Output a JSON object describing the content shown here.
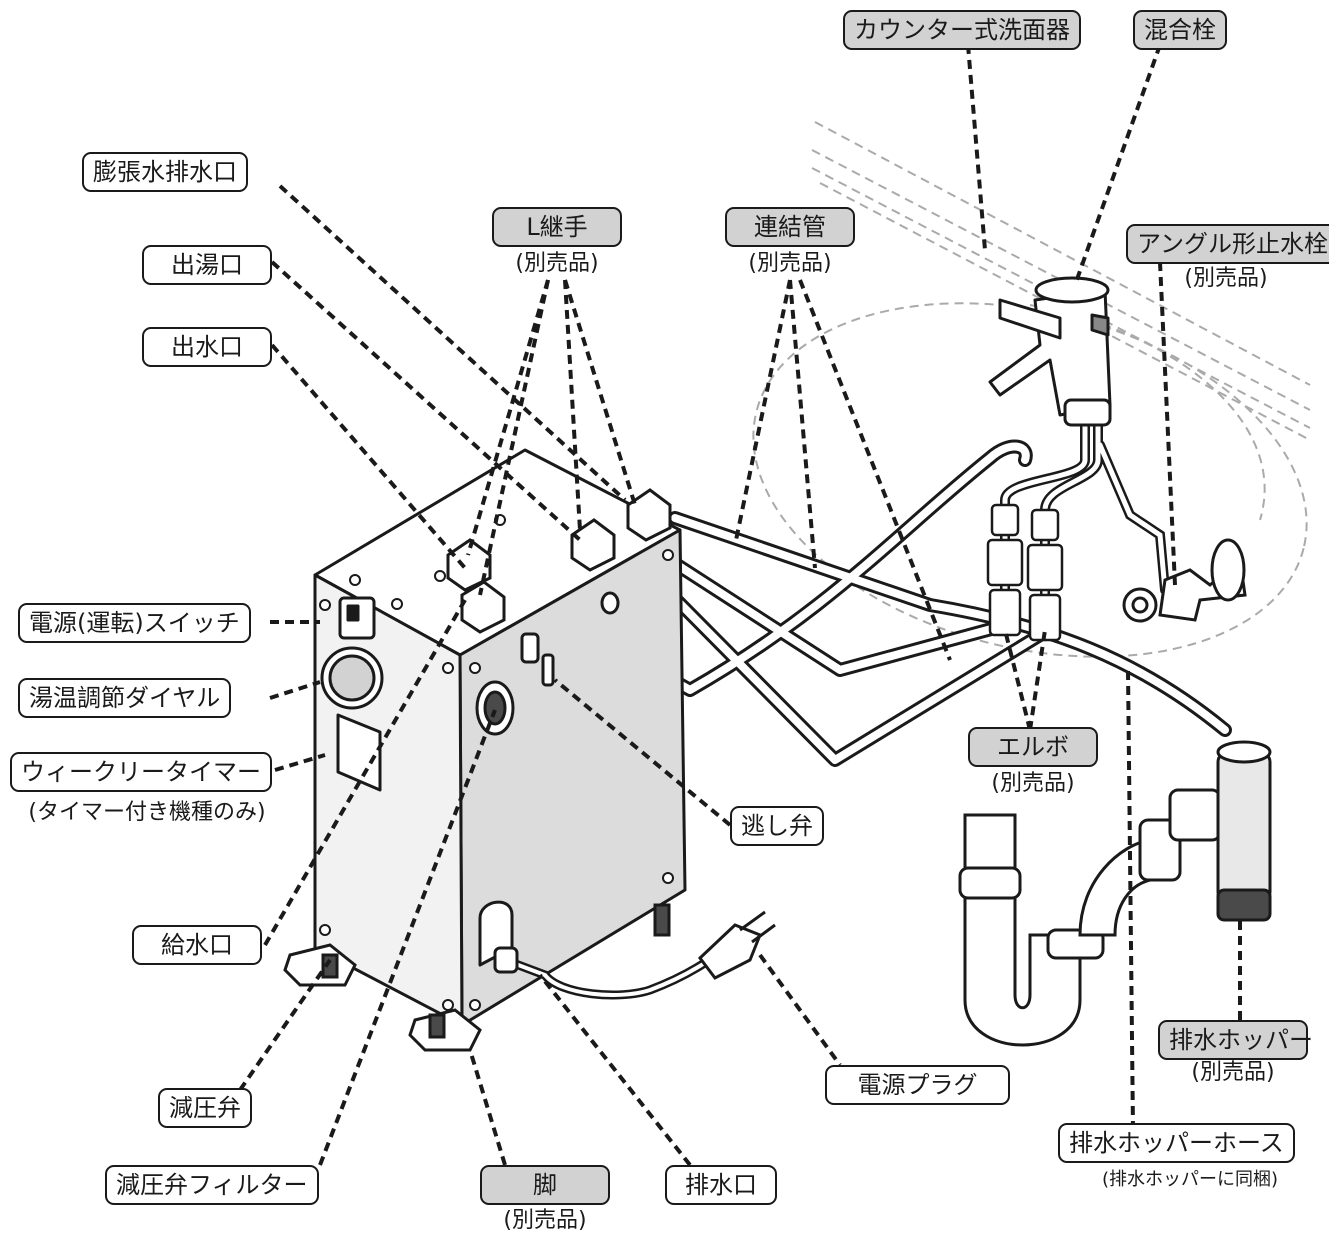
{
  "labels": {
    "counter_basin": "カウンター式洗面器",
    "mixing_faucet": "混合栓",
    "expansion_drain": "膨張水排水口",
    "l_joint": "L継手",
    "l_joint_note": "(別売品)",
    "connecting_pipe": "連結管",
    "connecting_pipe_note": "(別売品)",
    "angle_stop_valve": "アングル形止水栓",
    "angle_stop_valve_note": "(別売品)",
    "hot_water_outlet": "出湯口",
    "water_outlet": "出水口",
    "power_switch": "電源(運転)スイッチ",
    "temp_dial": "湯温調節ダイヤル",
    "weekly_timer": "ウィークリータイマー",
    "weekly_timer_note": "(タイマー付き機種のみ)",
    "elbow": "エルボ",
    "elbow_note": "(別売品)",
    "relief_valve": "逃し弁",
    "water_inlet": "給水口",
    "power_plug": "電源プラグ",
    "drain_hopper": "排水ホッパー",
    "drain_hopper_note": "(別売品)",
    "pressure_reducing_valve": "減圧弁",
    "drain_hopper_hose": "排水ホッパーホース",
    "drain_hopper_hose_note": "(排水ホッパーに同梱)",
    "pressure_valve_filter": "減圧弁フィルター",
    "legs": "脚",
    "legs_note": "(別売品)",
    "drain_port": "排水口"
  },
  "colors": {
    "ink": "#1a1a1a",
    "highlight_label": "#d2d2d2",
    "body_side": "#dcdcdc",
    "body_front": "#f2f2f2",
    "hidden_line": "#aaaaaa"
  }
}
